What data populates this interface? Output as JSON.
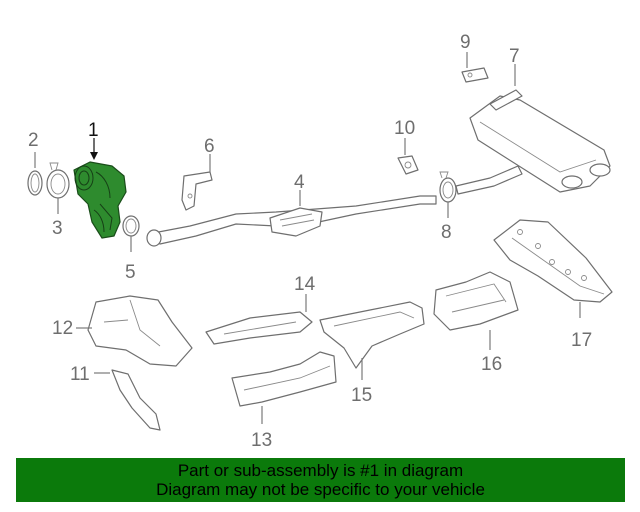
{
  "callouts": {
    "c1": "1",
    "c2": "2",
    "c3": "3",
    "c4": "4",
    "c5": "5",
    "c6": "6",
    "c7": "7",
    "c8": "8",
    "c9": "9",
    "c10": "10",
    "c11": "11",
    "c12": "12",
    "c13": "13",
    "c14": "14",
    "c15": "15",
    "c16": "16",
    "c17": "17"
  },
  "highlighted_part": "1",
  "colors": {
    "highlight": "#2e8b2e",
    "banner": "#0b7a0b"
  },
  "banner": {
    "line1": "Part or sub-assembly is #1 in diagram",
    "line2": "Diagram may not be specific to your vehicle"
  }
}
